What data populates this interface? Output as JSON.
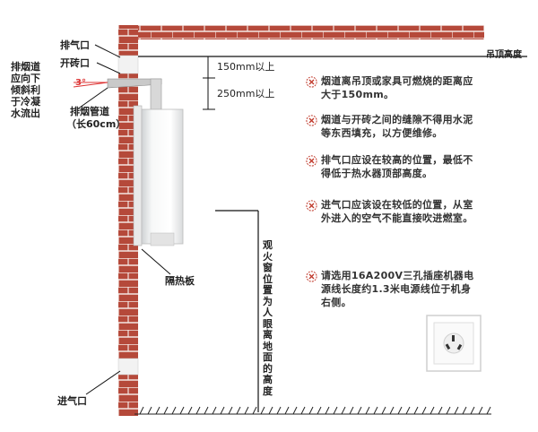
{
  "labels": {
    "exhaust_port": "排气口",
    "wall_opening": "开砖口",
    "flue_slope": [
      "排烟道",
      "应向下",
      "倾斜利",
      "于冷凝",
      "水流出"
    ],
    "angle": "3°",
    "flue_pipe": [
      "排烟管道",
      "（长60cm）"
    ],
    "insulation_board": "隔热板",
    "air_inlet": "进气口",
    "ceiling_height": "吊顶高度",
    "dim_150": "150mm以上",
    "dim_250": "250mm以上",
    "window_height": "观火窗位置为人眼离地面的高度"
  },
  "notes": [
    {
      "icon": "warning-x-icon",
      "lines": [
        "烟道离吊顶或家具可燃烧的距离应",
        "大于150mm。"
      ]
    },
    {
      "icon": "warning-x-icon",
      "lines": [
        "烟道与开砖之间的缝隙不得用水泥",
        "等东西填充，以方便维修。"
      ]
    },
    {
      "icon": "warning-x-icon",
      "lines": [
        "排气口应设在较高的位置，最低不",
        "得低于热水器顶部高度。"
      ]
    },
    {
      "icon": "warning-x-icon",
      "lines": [
        "进气口应该设在较低的位置，从室",
        "外进入的空气不能直接吹进燃室。"
      ]
    },
    {
      "icon": "warning-x-icon",
      "lines": [
        "请选用16A200V三孔插座机器电",
        "源线长度约1.3米电源线位于机身",
        "右侧。"
      ]
    }
  ],
  "colors": {
    "brick": "#b5493a",
    "mortar": "#ffffff",
    "icon": "#c0392b"
  }
}
